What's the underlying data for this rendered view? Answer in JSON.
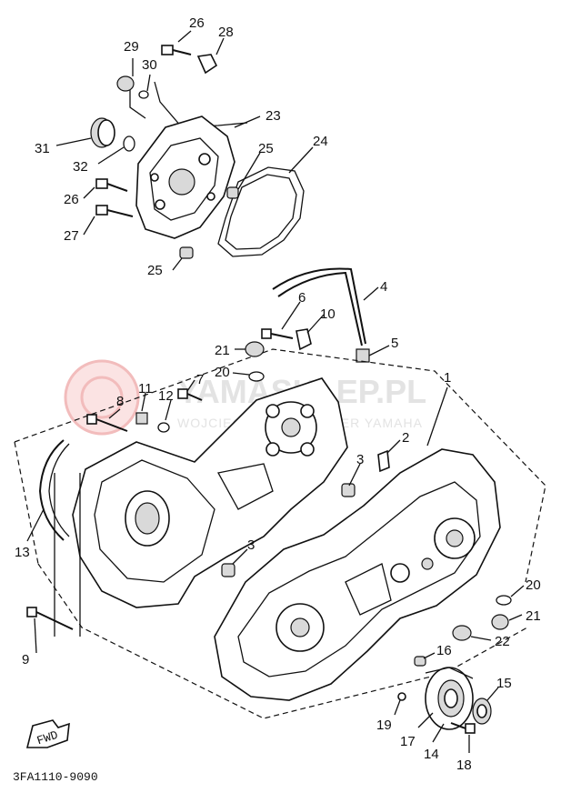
{
  "diagram": {
    "watermark": {
      "title": "YAMASKLEP.PL",
      "subtitle": "WOJCIECHOWSKI DEALER YAMAHA"
    },
    "direction_marker": "FWD",
    "drawing_code": "3FA1110-9090",
    "part_labels": [
      "1",
      "2",
      "3",
      "3",
      "4",
      "5",
      "6",
      "7",
      "8",
      "9",
      "10",
      "11",
      "12",
      "13",
      "14",
      "15",
      "16",
      "17",
      "18",
      "19",
      "20",
      "20",
      "21",
      "21",
      "22",
      "23",
      "24",
      "25",
      "25",
      "26",
      "26",
      "27",
      "28",
      "29",
      "30",
      "31",
      "32"
    ]
  }
}
